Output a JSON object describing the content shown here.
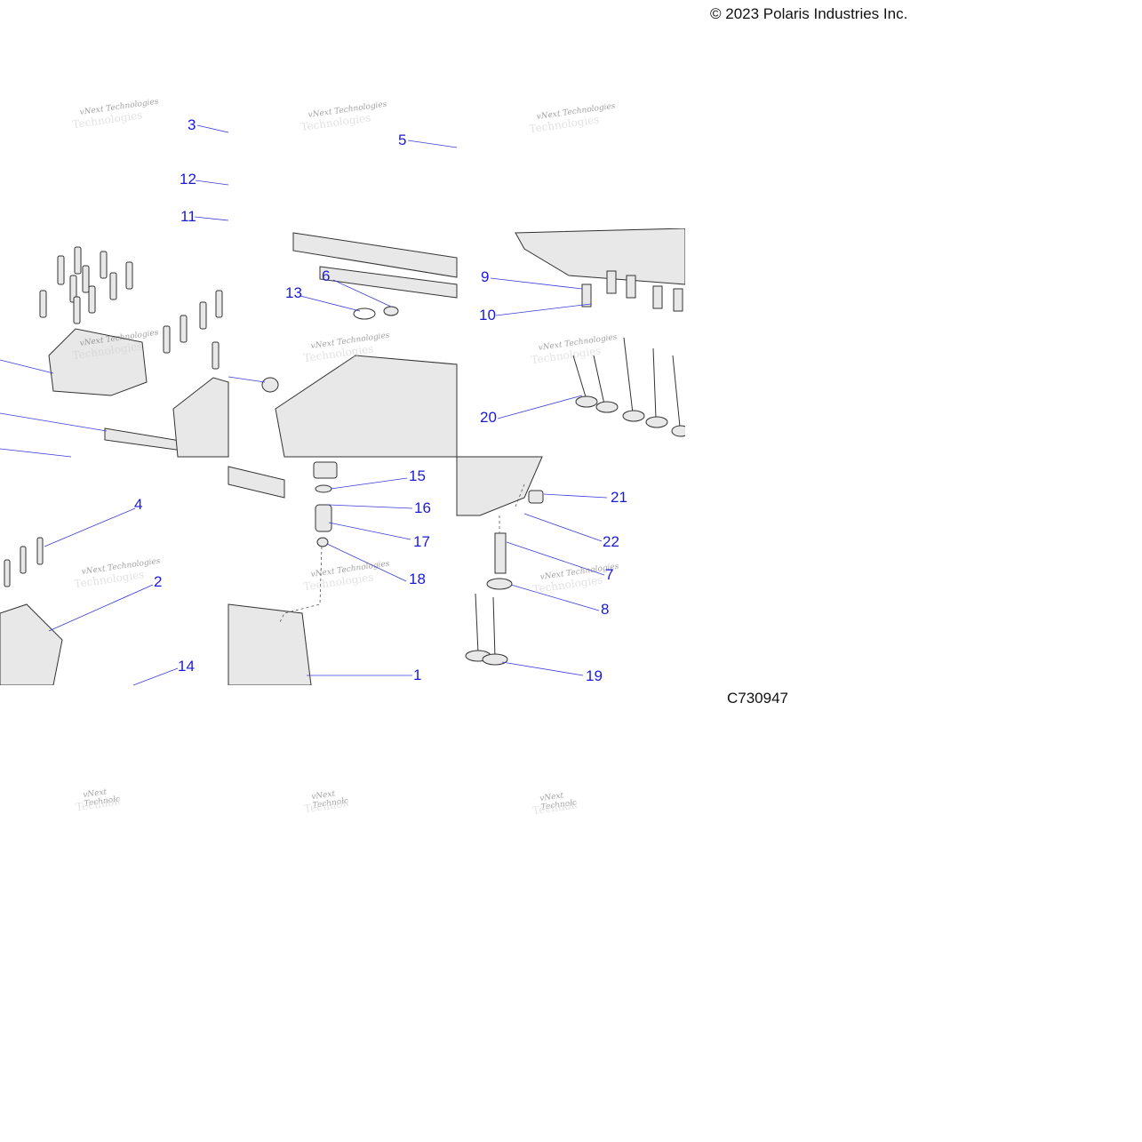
{
  "copyright": "© 2023 Polaris Industries Inc.",
  "figure_id": "C730947",
  "watermark": {
    "line1": "vNext Technologies",
    "line2": "Technologies"
  },
  "callouts": [
    {
      "label": "1"
    },
    {
      "label": "2"
    },
    {
      "label": "3"
    },
    {
      "label": "4"
    },
    {
      "label": "5"
    },
    {
      "label": "6"
    },
    {
      "label": "7"
    },
    {
      "label": "8"
    },
    {
      "label": "9"
    },
    {
      "label": "10"
    },
    {
      "label": "11"
    },
    {
      "label": "12"
    },
    {
      "label": "13"
    },
    {
      "label": "14"
    },
    {
      "label": "15"
    },
    {
      "label": "16"
    },
    {
      "label": "17"
    },
    {
      "label": "18"
    },
    {
      "label": "19"
    },
    {
      "label": "20"
    },
    {
      "label": "21"
    },
    {
      "label": "22"
    }
  ],
  "colors": {
    "callout": "#1a1adb",
    "leader": "#3b3bdb",
    "part_stroke": "#333333",
    "part_fill": "#e6e6e6"
  }
}
